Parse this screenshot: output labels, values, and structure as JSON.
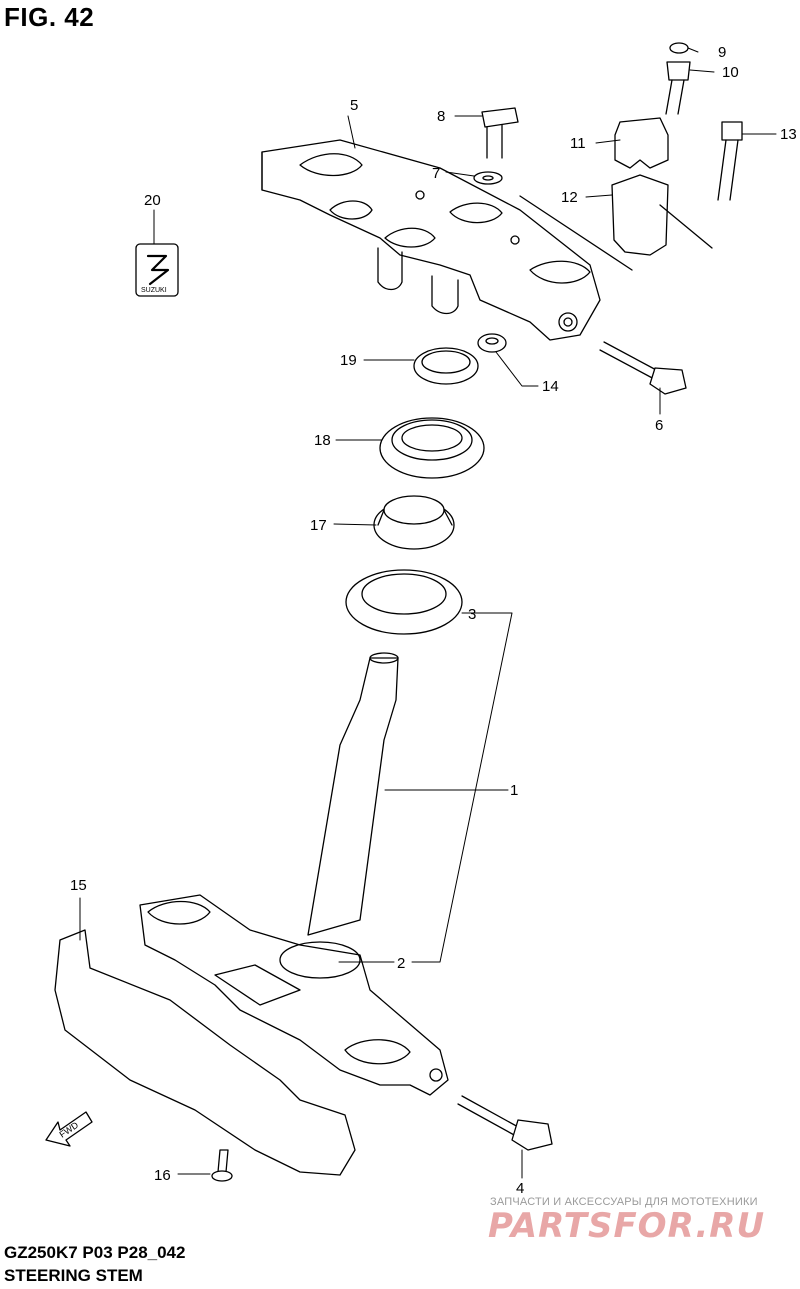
{
  "figure": {
    "title": "FIG. 42"
  },
  "footer": {
    "model_code": "GZ250K7 P03 P28_042",
    "section_name": "STEERING STEM"
  },
  "watermark": {
    "caption": "ЗАПЧАСТИ И АКСЕССУАРЫ ДЛЯ МОТОТЕХНИКИ",
    "logo_text": "PARTSFOR.RU"
  },
  "emblem": {
    "text": "SUZUKI"
  },
  "direction": {
    "label": "FWD"
  },
  "callouts": [
    {
      "id": "1",
      "label": "1"
    },
    {
      "id": "2",
      "label": "2"
    },
    {
      "id": "3",
      "label": "3"
    },
    {
      "id": "4",
      "label": "4"
    },
    {
      "id": "5",
      "label": "5"
    },
    {
      "id": "6",
      "label": "6"
    },
    {
      "id": "7",
      "label": "7"
    },
    {
      "id": "8",
      "label": "8"
    },
    {
      "id": "9",
      "label": "9"
    },
    {
      "id": "10",
      "label": "10"
    },
    {
      "id": "11",
      "label": "11"
    },
    {
      "id": "12",
      "label": "12"
    },
    {
      "id": "13",
      "label": "13"
    },
    {
      "id": "14",
      "label": "14"
    },
    {
      "id": "15",
      "label": "15"
    },
    {
      "id": "16",
      "label": "16"
    },
    {
      "id": "17",
      "label": "17"
    },
    {
      "id": "18",
      "label": "18"
    },
    {
      "id": "19",
      "label": "19"
    },
    {
      "id": "20",
      "label": "20"
    }
  ]
}
